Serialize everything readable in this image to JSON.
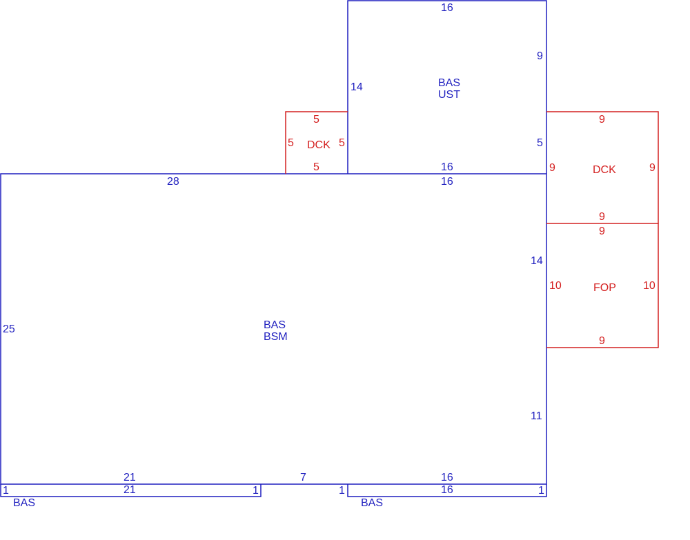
{
  "colors": {
    "main": "#1f1fbf",
    "addition": "#d42020"
  },
  "areas": {
    "main_floor": {
      "code": "BAS",
      "subcode": "BSM",
      "dims": {
        "top": "28",
        "left": "25",
        "right_upper": "14",
        "right_lower": "11",
        "bottom_left": "21",
        "bottom_mid": "7",
        "bottom_right": "16",
        "top_right": "16"
      }
    },
    "upper_story": {
      "code": "BAS",
      "subcode": "UST",
      "dims": {
        "top": "16",
        "left": "14",
        "right_upper": "9",
        "right_lower": "5",
        "bottom": "16"
      }
    },
    "deck_left": {
      "code": "DCK",
      "dims": {
        "top": "5",
        "left": "5",
        "right": "5",
        "bottom": "5"
      }
    },
    "deck_right": {
      "code": "DCK",
      "dims": {
        "top": "9",
        "left": "9",
        "right": "9",
        "bottom": "9"
      }
    },
    "porch": {
      "code": "FOP",
      "dims": {
        "top": "9",
        "left": "10",
        "right": "10",
        "bottom": "9"
      }
    },
    "strip_left": {
      "code": "BAS",
      "dims": {
        "top": "21",
        "left": "1",
        "right": "1"
      }
    },
    "strip_right": {
      "code": "BAS",
      "dims": {
        "top": "16",
        "left": "1",
        "right": "1"
      }
    }
  }
}
